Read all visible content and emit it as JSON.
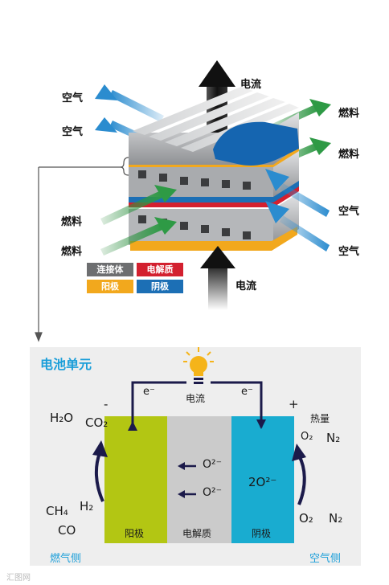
{
  "stack": {
    "labels": {
      "air_top_1": "空气",
      "air_top_2": "空气",
      "current_up": "电流",
      "fuel_top_1": "燃料",
      "fuel_top_2": "燃料",
      "fuel_left_1": "燃料",
      "fuel_left_2": "燃料",
      "air_right_1": "空气",
      "air_right_2": "空气",
      "current_in": "电流"
    },
    "legend": [
      {
        "label": "连接体",
        "color": "#6d6e70"
      },
      {
        "label": "电解质",
        "color": "#d3202f"
      },
      {
        "label": "阳极",
        "color": "#f2a81d"
      },
      {
        "label": "阴极",
        "color": "#1c6fb5"
      }
    ],
    "colors": {
      "air_arrow": "#2b8ccf",
      "fuel_arrow": "#2e8b3e",
      "current_arrow": "#222222"
    }
  },
  "cell": {
    "title": "电池单元",
    "current_label": "电流",
    "electron_left": "e⁻",
    "electron_right": "e⁻",
    "minus_sign": "-",
    "plus_sign": "+",
    "heat_label": "热量",
    "anode_label": "阳极",
    "electrolyte_label": "电解质",
    "cathode_label": "阴极",
    "ion_1": "O²⁻",
    "ion_2": "O²⁻",
    "cathode_ion": "2O²⁻",
    "left_out_1": "H₂O",
    "left_out_2": "CO₂",
    "left_in_1": "CH₄",
    "left_in_2": "H₂",
    "left_in_3": "CO",
    "right_out_1": "O₂",
    "right_out_2": "N₂",
    "right_in_1": "O₂",
    "right_in_2": "N₂",
    "fuel_side": "燃气侧",
    "air_side": "空气侧",
    "colors": {
      "anode": "#b3c613",
      "electrolyte": "#cbcbcb",
      "cathode": "#19acd0",
      "title": "#1a9ed9",
      "side_label": "#1a9ed9"
    }
  },
  "watermark": "汇图网"
}
